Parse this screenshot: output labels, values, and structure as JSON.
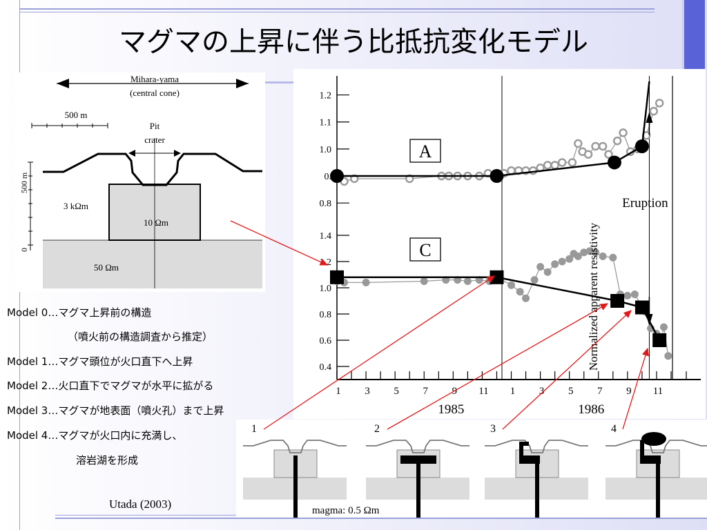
{
  "title": "マグマの上昇に伴う比抵抗変化モデル",
  "cross_section": {
    "volcano_name": "Mihara-yama",
    "cone_label": "(central cone)",
    "scale_label": "500 m",
    "pit_label": "Pit",
    "crater_label": "crater",
    "depth_label": "500 m",
    "zero_label": "0",
    "res_surface": "3 kΩm",
    "res_body": "10 Ωm",
    "res_deep": "50 Ωm"
  },
  "models": [
    {
      "text": "Model 0…マグマ上昇前の構造"
    },
    {
      "text": "（噴火前の構造調査から推定）"
    },
    {
      "text": "Model 1…マグマ頭位が火口直下へ上昇"
    },
    {
      "text": "Model 2…火口直下でマグマが水平に拡がる"
    },
    {
      "text": "Model 3…マグマが地表面（噴火孔）まで上昇"
    },
    {
      "text": "Model 4…マグマが火口内に充満し、"
    },
    {
      "text": "溶岩湖を形成"
    }
  ],
  "citation": "Utada (2003)",
  "magma_note": "magma: 0.5 Ωm",
  "diagram_numbers": [
    "1",
    "2",
    "3",
    "4"
  ],
  "chart_data": {
    "type": "scatter",
    "ylabel": "Normalized apparent resistivity",
    "x_ticks": [
      "1",
      "3",
      "5",
      "7",
      "9",
      "11",
      "1",
      "3",
      "5",
      "7",
      "9",
      "11"
    ],
    "year_labels": [
      "1985",
      "1986"
    ],
    "eruption_label": "Eruption",
    "eruption_x": 22.5,
    "panels": [
      {
        "name": "A",
        "ylim": [
          0.78,
          1.25
        ],
        "y_ticks": [
          {
            "v": 0.8,
            "label": "0.8"
          },
          {
            "v": 0.9,
            "label": "0."
          },
          {
            "v": 1.0,
            "label": "1.0"
          },
          {
            "v": 1.1,
            "label": "1.1"
          },
          {
            "v": 1.2,
            "label": "1.2"
          }
        ],
        "observed": [
          {
            "x": 1.0,
            "y": 0.89
          },
          {
            "x": 1.5,
            "y": 0.88
          },
          {
            "x": 2.2,
            "y": 0.89
          },
          {
            "x": 6.0,
            "y": 0.89
          },
          {
            "x": 8.2,
            "y": 0.9
          },
          {
            "x": 8.7,
            "y": 0.9
          },
          {
            "x": 9.3,
            "y": 0.9
          },
          {
            "x": 10.0,
            "y": 0.9
          },
          {
            "x": 10.8,
            "y": 0.9
          },
          {
            "x": 11.4,
            "y": 0.91
          },
          {
            "x": 12.0,
            "y": 0.91
          },
          {
            "x": 12.5,
            "y": 0.91
          },
          {
            "x": 13.0,
            "y": 0.92
          },
          {
            "x": 13.5,
            "y": 0.92
          },
          {
            "x": 14.0,
            "y": 0.92
          },
          {
            "x": 14.5,
            "y": 0.92
          },
          {
            "x": 15.0,
            "y": 0.93
          },
          {
            "x": 15.5,
            "y": 0.94
          },
          {
            "x": 16.0,
            "y": 0.94
          },
          {
            "x": 16.5,
            "y": 0.95
          },
          {
            "x": 17.2,
            "y": 0.95
          },
          {
            "x": 17.6,
            "y": 1.02
          },
          {
            "x": 17.9,
            "y": 0.99
          },
          {
            "x": 18.3,
            "y": 0.98
          },
          {
            "x": 18.8,
            "y": 1.01
          },
          {
            "x": 19.3,
            "y": 1.01
          },
          {
            "x": 19.7,
            "y": 0.98
          },
          {
            "x": 20.3,
            "y": 1.03
          },
          {
            "x": 20.7,
            "y": 1.06
          },
          {
            "x": 21.2,
            "y": 0.99
          },
          {
            "x": 21.7,
            "y": 1.0
          },
          {
            "x": 22.3,
            "y": 1.05
          },
          {
            "x": 22.8,
            "y": 1.14
          },
          {
            "x": 23.2,
            "y": 1.17
          }
        ],
        "model_points": [
          {
            "x": 1.0,
            "y": 0.9
          },
          {
            "x": 12.0,
            "y": 0.9
          },
          {
            "x": 20.1,
            "y": 0.95
          },
          {
            "x": 22.0,
            "y": 1.01
          }
        ],
        "model_line": [
          {
            "x": 1.0,
            "y": 0.9
          },
          {
            "x": 12.0,
            "y": 0.9
          },
          {
            "x": 20.1,
            "y": 0.95
          },
          {
            "x": 22.0,
            "y": 1.01
          },
          {
            "x": 22.5,
            "y": 1.25
          }
        ]
      },
      {
        "name": "C",
        "ylim": [
          0.3,
          1.5
        ],
        "y_ticks": [
          {
            "v": 0.4,
            "label": "0.4"
          },
          {
            "v": 0.6,
            "label": "0.6"
          },
          {
            "v": 0.8,
            "label": "0.8"
          },
          {
            "v": 1.0,
            "label": "1.0"
          },
          {
            "v": 1.2,
            "label": "1.2"
          },
          {
            "v": 1.4,
            "label": "1.4"
          }
        ],
        "observed": [
          {
            "x": 1.0,
            "y": 1.05
          },
          {
            "x": 1.5,
            "y": 1.04
          },
          {
            "x": 3.0,
            "y": 1.04
          },
          {
            "x": 7.0,
            "y": 1.05
          },
          {
            "x": 8.5,
            "y": 1.06
          },
          {
            "x": 9.3,
            "y": 1.06
          },
          {
            "x": 10.0,
            "y": 1.05
          },
          {
            "x": 10.8,
            "y": 1.06
          },
          {
            "x": 11.5,
            "y": 1.05
          },
          {
            "x": 12.0,
            "y": 1.08
          },
          {
            "x": 13.0,
            "y": 1.02
          },
          {
            "x": 13.6,
            "y": 0.97
          },
          {
            "x": 14.0,
            "y": 0.92
          },
          {
            "x": 14.6,
            "y": 1.06
          },
          {
            "x": 15.0,
            "y": 1.16
          },
          {
            "x": 15.5,
            "y": 1.12
          },
          {
            "x": 16.0,
            "y": 1.18
          },
          {
            "x": 16.5,
            "y": 1.2
          },
          {
            "x": 17.0,
            "y": 1.22
          },
          {
            "x": 17.3,
            "y": 1.26
          },
          {
            "x": 17.6,
            "y": 1.24
          },
          {
            "x": 18.0,
            "y": 1.27
          },
          {
            "x": 18.4,
            "y": 1.28
          },
          {
            "x": 18.8,
            "y": 1.27
          },
          {
            "x": 19.3,
            "y": 1.24
          },
          {
            "x": 20.0,
            "y": 1.23
          },
          {
            "x": 20.5,
            "y": 0.95
          },
          {
            "x": 21.0,
            "y": 0.94
          },
          {
            "x": 21.5,
            "y": 0.95
          },
          {
            "x": 22.2,
            "y": 0.82
          },
          {
            "x": 22.6,
            "y": 0.69
          },
          {
            "x": 23.0,
            "y": 0.65
          },
          {
            "x": 23.3,
            "y": 0.58
          },
          {
            "x": 23.5,
            "y": 0.7
          },
          {
            "x": 23.8,
            "y": 0.48
          }
        ],
        "model_points": [
          {
            "x": 1.0,
            "y": 1.08
          },
          {
            "x": 12.0,
            "y": 1.08
          },
          {
            "x": 20.3,
            "y": 0.9
          },
          {
            "x": 22.0,
            "y": 0.85
          },
          {
            "x": 23.2,
            "y": 0.6
          }
        ],
        "model_line": [
          {
            "x": 1.0,
            "y": 1.08
          },
          {
            "x": 12.0,
            "y": 1.08
          },
          {
            "x": 20.3,
            "y": 0.9
          },
          {
            "x": 22.0,
            "y": 0.85
          },
          {
            "x": 23.2,
            "y": 0.6
          }
        ]
      }
    ]
  }
}
